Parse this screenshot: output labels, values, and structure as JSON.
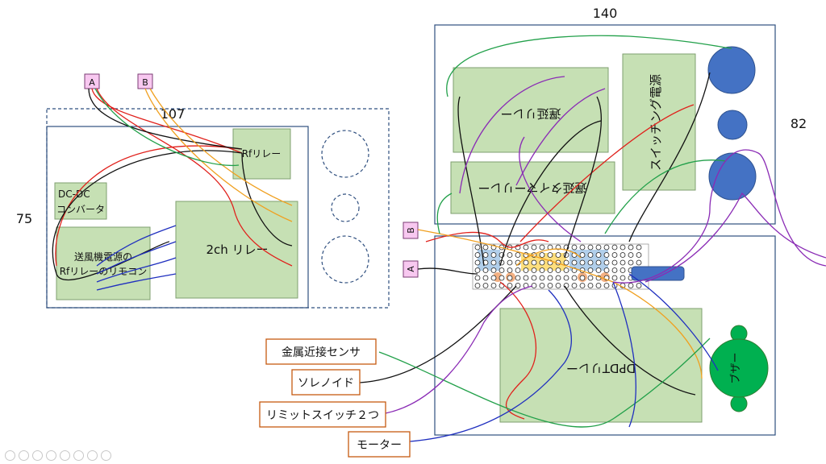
{
  "dimensions": {
    "top_width": "140",
    "top_height": "82",
    "left_width": "107",
    "left_height": "75"
  },
  "connectors": {
    "a": "A",
    "b": "B"
  },
  "left_panel": {
    "rf_relay": "Rfリレー",
    "dcdc": [
      "DC-DC",
      "コンバータ"
    ],
    "fan_remote": [
      "送風機電源の",
      "Rfリレーのリモコン"
    ],
    "relay_2ch": "2ch リレー"
  },
  "top_panel": {
    "delay_relay": "遅延リレー",
    "delay_timer": "遅延タイマーリレー",
    "switching_psu": "スイッチング電源"
  },
  "bottom_panel": {
    "dpdt_relay": "DPDTリレー",
    "buzzer": "ブザー"
  },
  "callouts": {
    "metal_sensor": "金属近接センサ",
    "solenoid": "ソレノイド",
    "limit_switch": "リミットスイッチ２つ",
    "motor": "モーター"
  },
  "colors": {
    "board": "#c6e0b4",
    "speaker": "#4472c4",
    "buzzer": "#00b050",
    "callout_border": "#c55a11"
  }
}
